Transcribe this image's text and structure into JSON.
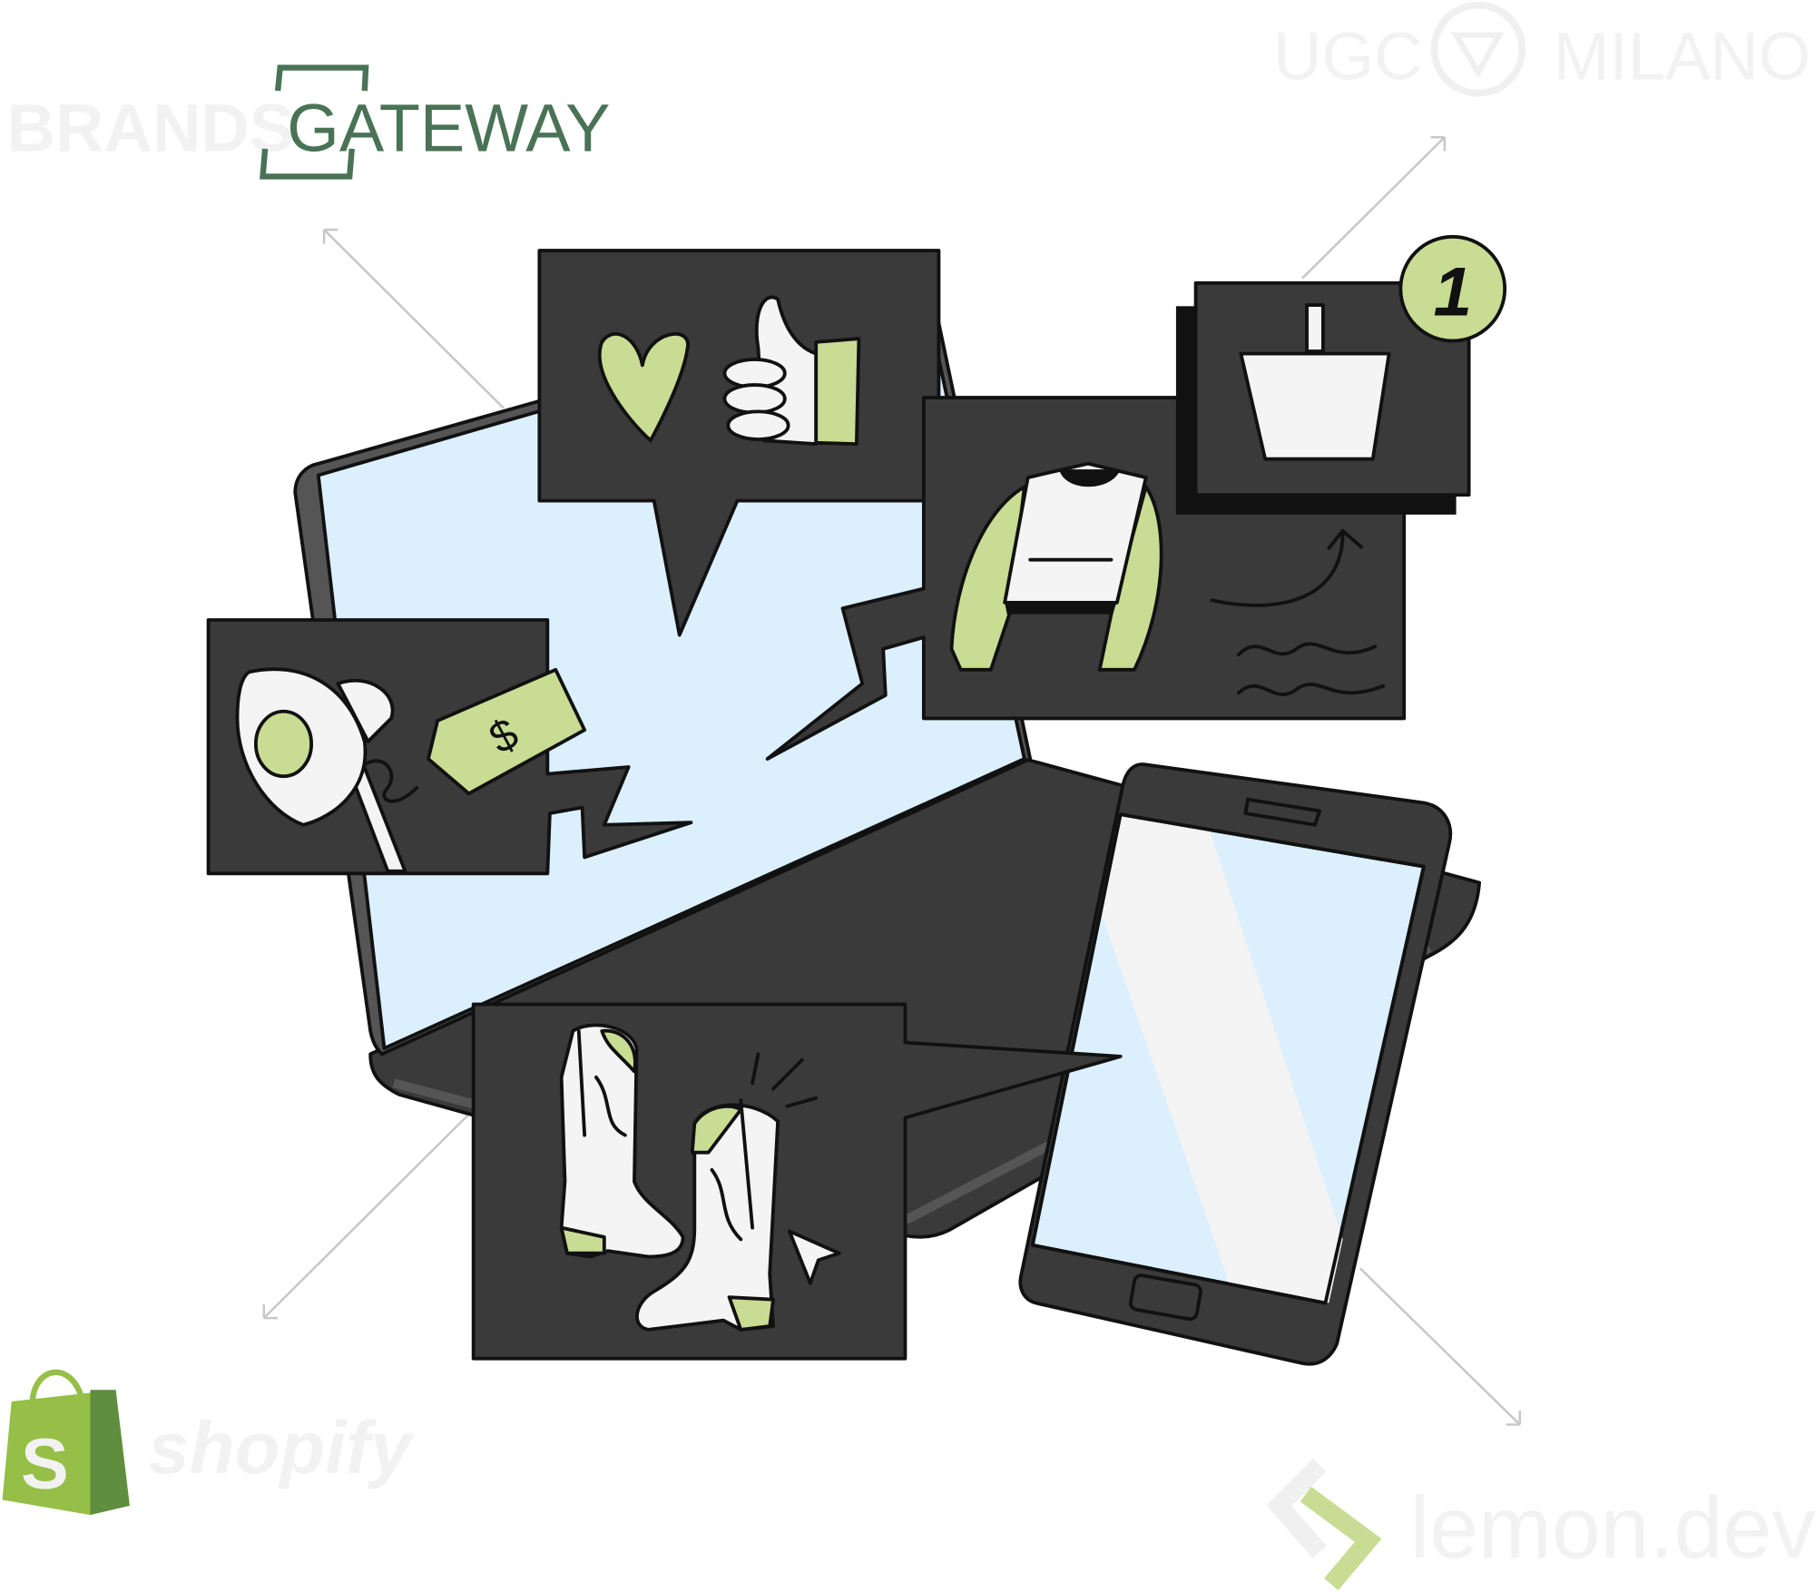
{
  "logos": {
    "brands_gateway": {
      "part1": "BRANDS",
      "part2": "GATEWAY",
      "color": "#4a7356"
    },
    "ugc_milano": {
      "part1": "UGC",
      "part2": "MILANO"
    },
    "shopify": {
      "letter": "S",
      "word": "shopify",
      "color": "#95bf47"
    },
    "lemon_dev": {
      "word": "lemon.dev",
      "color": "#c9dc93"
    }
  },
  "cart_badge": {
    "count": "1"
  },
  "price_tag": {
    "symbol": "$"
  },
  "colors": {
    "panel": "#3a3a3a",
    "screen": "#dbeffd",
    "accent": "#c9dc93",
    "outline": "#111111"
  }
}
